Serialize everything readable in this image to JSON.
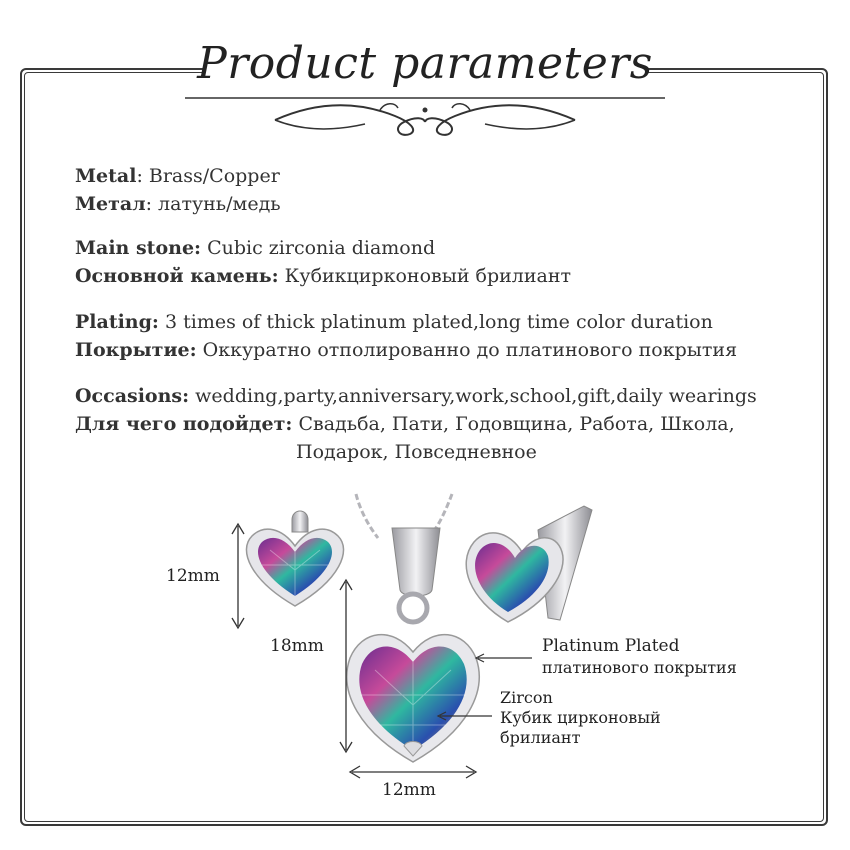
{
  "header": {
    "title": "Product parameters"
  },
  "specs": {
    "metal_en_label": "Metal",
    "metal_en_value": ": Brass/Copper",
    "metal_ru_label": "Метал",
    "metal_ru_value": ": латунь/медь",
    "stone_en_label": "Main stone:",
    "stone_en_value": " Cubic zirconia diamond",
    "stone_ru_label": "Основной камень:",
    "stone_ru_value": " Кубикцирконовый брилиант",
    "plating_en_label": "Plating:",
    "plating_en_value": "  3 times of thick platinum plated,long time color duration",
    "plating_ru_label": "Покрытие:",
    "plating_ru_value": " Оккуратно отполированно до платинового покрытия",
    "occasions_en_label": "Occasions:",
    "occasions_en_value": " wedding,party,anniversary,work,school,gift,daily wearings",
    "occasions_ru_label": "Для чего подойдет:",
    "occasions_ru_value": "  Свадьба, Пати, Годовщина, Работа, Школа,",
    "occasions_ru_value2": "Подарок, Повседневное"
  },
  "dimensions": {
    "earring_height": "12mm",
    "pendant_height": "18mm",
    "pendant_width": "12mm"
  },
  "callouts": {
    "plating_en": "Platinum Plated",
    "plating_ru": "платинового покрытия",
    "zircon_en": "Zircon",
    "zircon_ru_1": "Кубик цирконовый",
    "zircon_ru_2": "брилиант"
  },
  "colors": {
    "frame": "#3a3a3a",
    "text": "#333333",
    "silver": "#c8c8cc"
  }
}
